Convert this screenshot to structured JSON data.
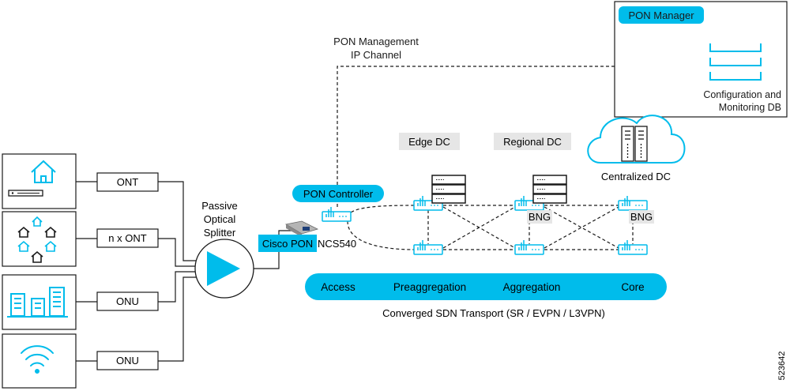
{
  "colors": {
    "accent": "#00bceb",
    "line": "#1a1a1a",
    "grey_label": "#e6e6e6",
    "icon_stroke": "#1a1a1a"
  },
  "pon_management_channel": {
    "line1": "PON Management",
    "line2": "IP Channel"
  },
  "pon_manager": {
    "title": "PON Manager",
    "db_line1": "Configuration and",
    "db_line2": "Monitoring DB"
  },
  "subscribers": [
    {
      "icon": "house-icon",
      "device": "ONT"
    },
    {
      "icon": "multi-dwelling-icon",
      "device": "n x ONT"
    },
    {
      "icon": "business-buildings-icon",
      "device": "ONU"
    },
    {
      "icon": "wifi-icon",
      "device": "ONU"
    }
  ],
  "splitter": {
    "line1": "Passive",
    "line2": "Optical",
    "line3": "Splitter"
  },
  "cisco_pon_label": "Cisco PON",
  "ncs_label": "NCS540",
  "pon_controller_label": "PON Controller",
  "datacenters": {
    "edge": "Edge DC",
    "regional": "Regional DC",
    "centralized": "Centralized DC"
  },
  "bng_label": "BNG",
  "transport_layers": [
    "Access",
    "Preaggregation",
    "Aggregation",
    "Core"
  ],
  "transport_caption": "Converged SDN Transport (SR / EVPN / L3VPN)",
  "figure_id": "523642"
}
